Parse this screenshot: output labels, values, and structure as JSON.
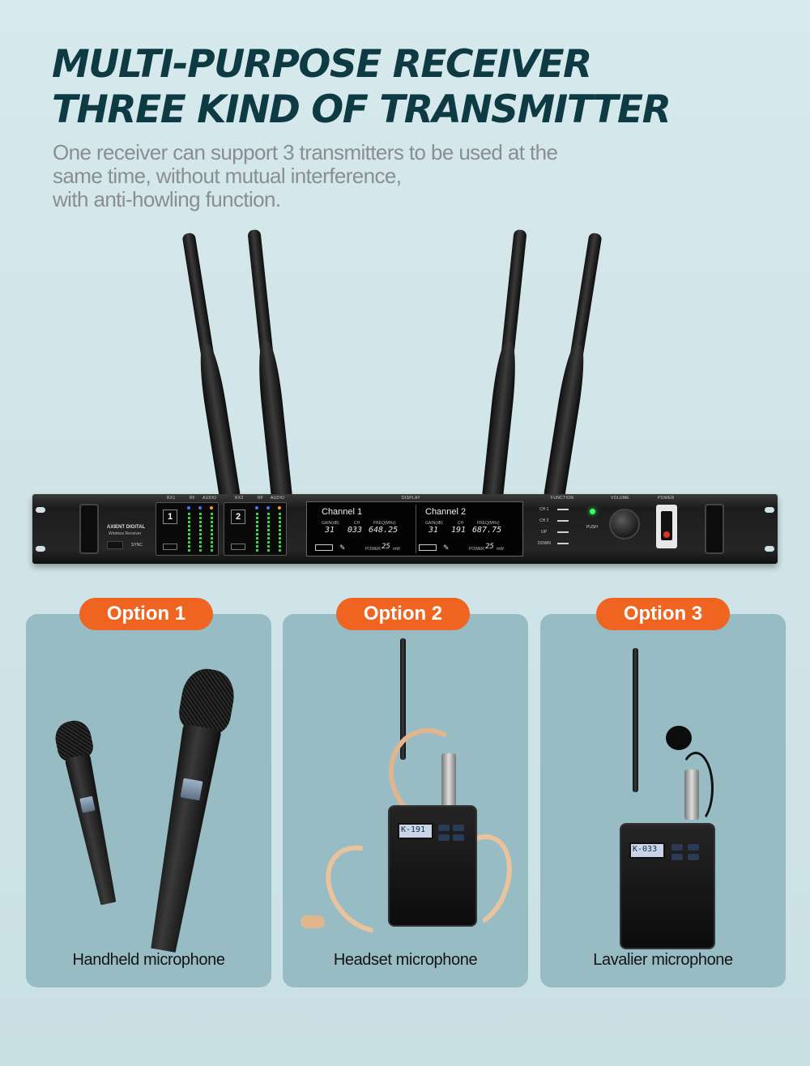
{
  "header": {
    "headline_line1": "MULTI-PURPOSE RECEIVER",
    "headline_line2": "THREE KIND OF TRANSMITTER",
    "subtext_line1": "One receiver can support 3 transmitters to be used at the",
    "subtext_line2": "same time, without mutual interference,",
    "subtext_line3": "with anti-howling function."
  },
  "receiver": {
    "brand_line1": "AXIENT DIGITAL",
    "brand_line2": "Wireless Receiver",
    "sync_label": "SYNC",
    "rx1_label": "RX1",
    "rx2_label": "RX2",
    "rf_label": "RF",
    "audio_label": "AUDIO",
    "display_label": "DISPLAY",
    "function_label": "FUNCTION",
    "volume_label": "VOLUME",
    "power_label": "POWER",
    "push_label": "PUSH",
    "rx1_number": "1",
    "rx2_number": "2",
    "function_items": [
      "CH 1",
      "CH 2",
      "UP",
      "DOWN"
    ],
    "channel1": {
      "title": "Channel  1",
      "gain_label": "GAIN(dB)",
      "ch_label": "CH",
      "freq_label": "FREQ(MHz)",
      "gain": "31",
      "ch": "033",
      "freq": "648.25",
      "power_label": "POWER",
      "power": "25",
      "power_unit": "mW"
    },
    "channel2": {
      "title": "Channel  2",
      "gain_label": "GAIN(dB)",
      "ch_label": "CH",
      "freq_label": "FREQ(MHz)",
      "gain": "31",
      "ch": "191",
      "freq": "687.75",
      "power_label": "POWER",
      "power": "25",
      "power_unit": "mW"
    }
  },
  "options": [
    {
      "badge": "Option 1",
      "label": "Handheld microphone"
    },
    {
      "badge": "Option 2",
      "label": "Headset microphone"
    },
    {
      "badge": "Option 3",
      "label": "Lavalier microphone"
    }
  ],
  "transmitters": {
    "headset_screen": "K-191",
    "lavalier_screen": "K-033"
  },
  "colors": {
    "background": "#cfe4e8",
    "headline": "#0d3a43",
    "subtext": "#8a8e90",
    "card": "#97bcc3",
    "badge": "#ee6420"
  }
}
